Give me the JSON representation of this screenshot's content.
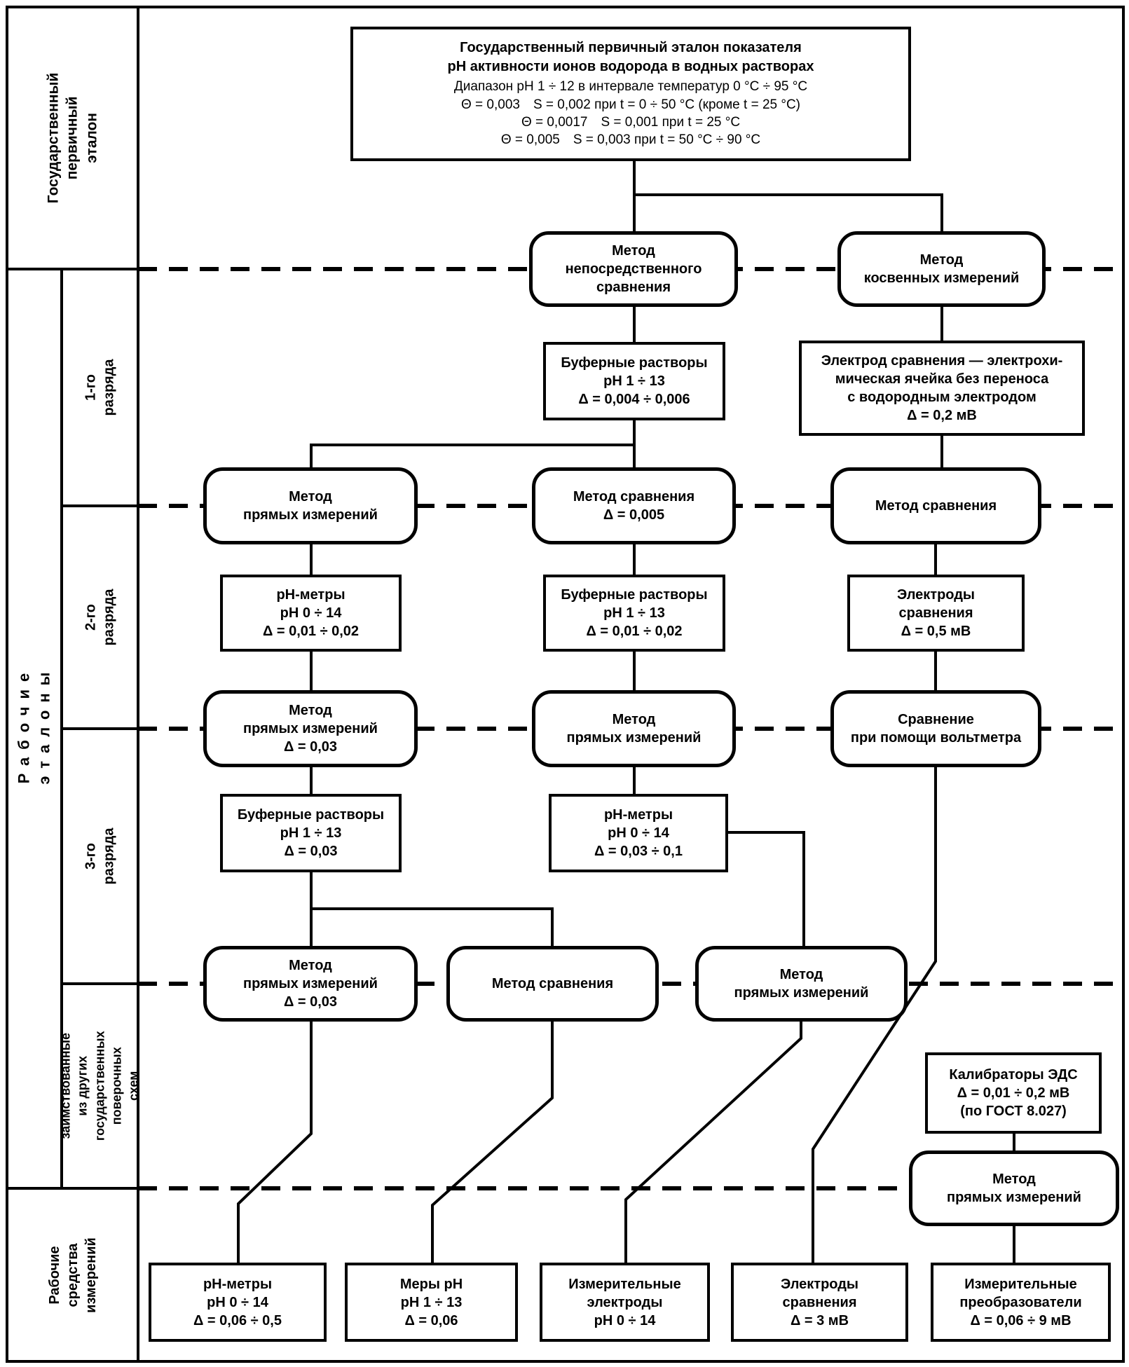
{
  "colors": {
    "ink": "#000000",
    "paper": "#ffffff"
  },
  "sidebar": {
    "primary_standard": "Государственный\nпервичный эталон",
    "working_standards": "Рабочие эталоны",
    "rank_1": "1-го разряда",
    "rank_2": "2-го разряда",
    "rank_3": "3-го разряда",
    "borrowed": "заимствованные\nиз других\nгосударственных\nповерочных схем",
    "working_instruments": "Рабочие\nсредства\nизмерений"
  },
  "primary_standard": {
    "title": "Государственный первичный эталон показателя\npH активности ионов водорода в водных растворах",
    "params": "Диапазон pH 1 ÷ 12 в интервале температур 0 °С ÷ 95 °С\nΘ = 0,003 S = 0,002 при t = 0 ÷ 50 °С (кроме t = 25 °С)\nΘ = 0,0017 S = 0,001 при t = 25 °С\nΘ = 0,005 S = 0,003 при t = 50 °С ÷ 90 °С"
  },
  "methods": {
    "direct_comparison": "Метод\nнепосредственного\nсравнения",
    "indirect_measurements": "Метод\nкосвенных измерений",
    "direct_rank1": "Метод\nпрямых измерений",
    "comparison_0005": "Метод сравнения\nΔ = 0,005",
    "comparison_rank1": "Метод сравнения",
    "direct_rank2_left": "Метод\nпрямых измерений\nΔ = 0,03",
    "direct_rank2_mid": "Метод\nпрямых измерений",
    "voltmeter_comparison": "Сравнение\nпри помощи вольтметра",
    "direct_rank3_left": "Метод\nпрямых измерений\nΔ = 0,03",
    "comparison_rank3": "Метод сравнения",
    "direct_rank3_right": "Метод\nпрямых измерений",
    "direct_bottom": "Метод\nпрямых измерений"
  },
  "standards": {
    "buffer_rank1": "Буферные растворы\npH 1 ÷ 13\nΔ = 0,004 ÷ 0,006",
    "electrode_cell": "Электрод сравнения — электрохи-\nмическая ячейка без переноса\nс водородным электродом\nΔ = 0,2 мВ",
    "ph_meters_rank2": "pH-метры\npH 0 ÷ 14\nΔ = 0,01 ÷ 0,02",
    "buffer_rank2": "Буферные растворы\npH 1 ÷ 13\nΔ = 0,01 ÷ 0,02",
    "ref_electrodes_rank2": "Электроды\nсравнения\nΔ = 0,5 мВ",
    "buffer_rank3": "Буферные растворы\npH 1 ÷ 13\nΔ = 0,03",
    "ph_meters_rank3": "pH-метры\npH 0 ÷ 14\nΔ = 0,03 ÷ 0,1",
    "emf_calibrators": "Калибраторы ЭДС\nΔ = 0,01 ÷ 0,2 мВ\n(по ГОСТ 8.027)"
  },
  "working_instruments": {
    "ph_meters": "pH-метры\npH 0 ÷ 14\nΔ = 0,06 ÷ 0,5",
    "ph_measures": "Меры pH\npH 1 ÷ 13\nΔ = 0,06",
    "measuring_electrodes": "Измерительные\nэлектроды\npH 0 ÷ 14",
    "reference_electrodes": "Электроды\nсравнения\nΔ = 3 мВ",
    "transducers": "Измерительные\nпреобразователи\nΔ = 0,06 ÷ 9 мВ"
  }
}
